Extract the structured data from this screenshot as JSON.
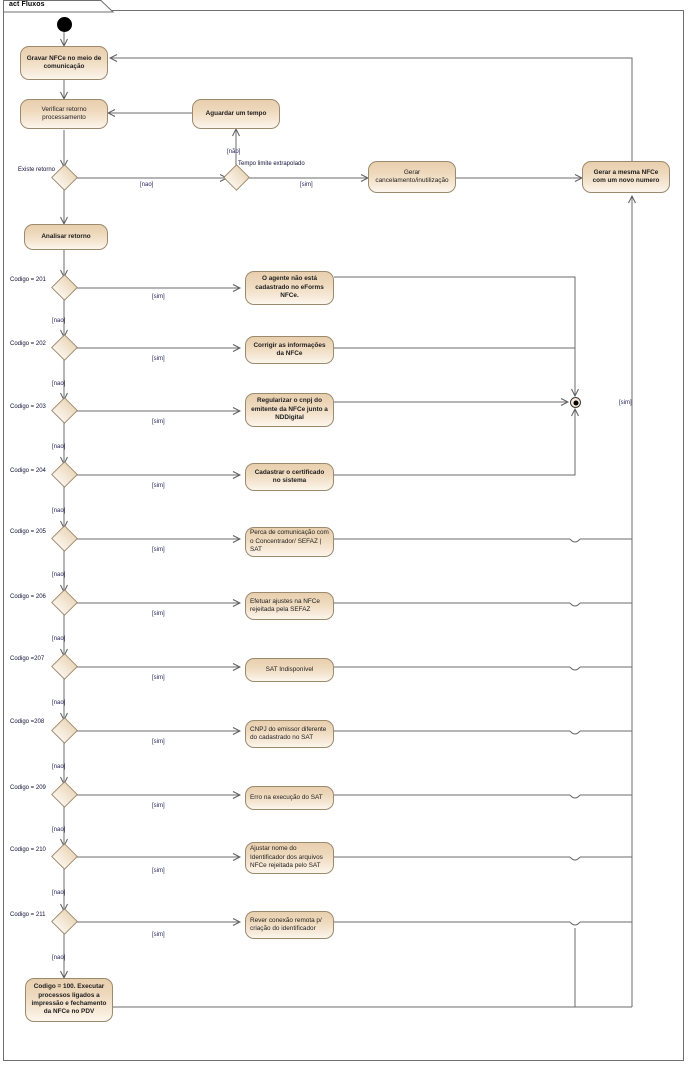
{
  "frame": {
    "name": "act Fluxos"
  },
  "colors": {
    "node_fill_top": "#e8cfae",
    "node_fill_bottom": "#fcf6ee",
    "node_border": "#9c8a6e",
    "edge": "#6b6b6b",
    "guard_text": "#27275a",
    "frame_border": "#6f6f6f"
  },
  "nodes": {
    "initial": {
      "name": "initial-node"
    },
    "final": {
      "name": "activity-final-node"
    },
    "activities": [
      {
        "id": "gravar",
        "label": "Gravar NFCe no meio de comunicação"
      },
      {
        "id": "verificar",
        "label": "Verificar retorno processamento"
      },
      {
        "id": "aguardar",
        "label": "Aguardar um tempo"
      },
      {
        "id": "gerar_canc",
        "label": "Gerar cancelamento/inutilização"
      },
      {
        "id": "gerar_mesma",
        "label": "Gerar a mesma NFCe com um novo numero"
      },
      {
        "id": "analisar",
        "label": "Analisar retorno"
      },
      {
        "id": "a201",
        "label": "O agente não está cadastrado no eForms NFCe."
      },
      {
        "id": "a202",
        "label": "Corrigir as informações da NFCe"
      },
      {
        "id": "a203",
        "label": "Regularizar o cnpj do emitente da NFCe junto a NDDigital"
      },
      {
        "id": "a204",
        "label": "Cadastrar o certificado no sistema"
      },
      {
        "id": "a205",
        "label": "Perca de comunicação com o Concentrador/ SEFAZ | SAT"
      },
      {
        "id": "a206",
        "label": "Efetuar ajustes na NFCe rejeitada pela SEFAZ"
      },
      {
        "id": "a207",
        "label": "SAT Indisponível"
      },
      {
        "id": "a208",
        "label": "CNPJ do emissor diferente do cadastrado no SAT"
      },
      {
        "id": "a209",
        "label": "Erro na execução do SAT"
      },
      {
        "id": "a210",
        "label": "Ajustar nome do Identificador dos arquivos NFCe rejeitada pelo SAT"
      },
      {
        "id": "a211",
        "label": "Rever conexão remota p/ criação do identificador"
      },
      {
        "id": "a100",
        "label": "Codigo = 100. Executar processos ligados a impressão e fechamento da NFCe no PDV"
      }
    ],
    "decisions": [
      {
        "id": "d_existe",
        "label": "Existe retorno"
      },
      {
        "id": "d_tempo",
        "label": "Tempo limite extrapolado"
      },
      {
        "id": "d201",
        "label": "Codigo = 201"
      },
      {
        "id": "d202",
        "label": "Codigo = 202"
      },
      {
        "id": "d203",
        "label": "Codigo = 203"
      },
      {
        "id": "d204",
        "label": "Codigo = 204"
      },
      {
        "id": "d205",
        "label": "Codigo = 205"
      },
      {
        "id": "d206",
        "label": "Codigo = 206"
      },
      {
        "id": "d207",
        "label": "Codigo =207"
      },
      {
        "id": "d208",
        "label": "Codigo =208"
      },
      {
        "id": "d209",
        "label": "Codigo = 209"
      },
      {
        "id": "d210",
        "label": "Codigo = 210"
      },
      {
        "id": "d211",
        "label": "Codigo = 211"
      }
    ]
  },
  "guards": {
    "nao_tempo": "[não]",
    "nao_existe": "[nao]",
    "sim_tempo": "[sim]",
    "sim_right": "[sim]",
    "d201_sim": "[sim]",
    "d201_nao": "[nao]",
    "d202_sim": "[sim]",
    "d202_nao": "[nao]",
    "d203_sim": "[sim]",
    "d203_nao": "[nao]",
    "d204_sim": "[sim]",
    "d204_nao": "[nao]",
    "d205_sim": "[sim]",
    "d205_nao": "[nao]",
    "d206_sim": "[sim]",
    "d206_nao": "[nao]",
    "d207_sim": "[sim]",
    "d207_nao": "[nao]",
    "d208_sim": "[sim]",
    "d208_nao": "[nao]",
    "d209_sim": "[sim]",
    "d209_nao": "[nao]",
    "d210_sim": "[sim]",
    "d210_nao": "[nao]",
    "d211_sim": "[sim]",
    "d211_nao": "[nao]"
  }
}
